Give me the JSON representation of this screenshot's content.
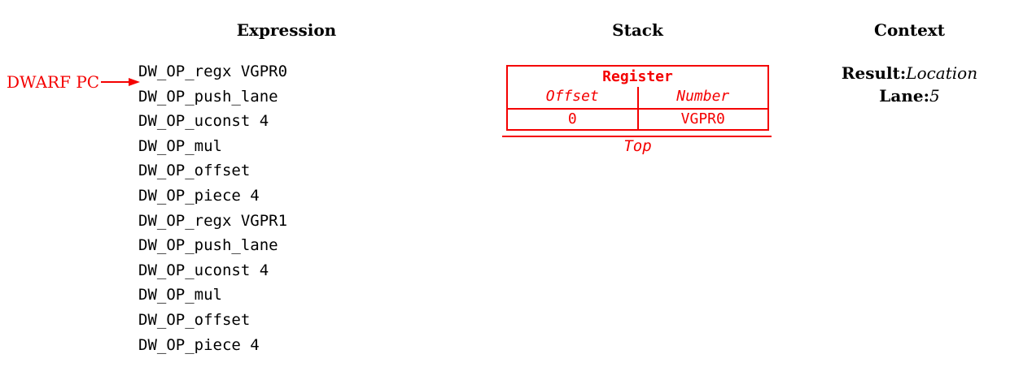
{
  "columns": {
    "expression": {
      "title": "Expression"
    },
    "stack": {
      "title": "Stack"
    },
    "context": {
      "title": "Context"
    }
  },
  "dwarf_pc": {
    "label": "DWARF PC"
  },
  "expression_ops": [
    "DW_OP_regx VGPR0",
    "DW_OP_push_lane",
    "DW_OP_uconst 4",
    "DW_OP_mul",
    "DW_OP_offset",
    "DW_OP_piece 4",
    "DW_OP_regx VGPR1",
    "DW_OP_push_lane",
    "DW_OP_uconst 4",
    "DW_OP_mul",
    "DW_OP_offset",
    "DW_OP_piece 4"
  ],
  "stack": {
    "entry": {
      "title": "Register",
      "columns": [
        "Offset",
        "Number"
      ],
      "values": [
        "0",
        "VGPR0"
      ]
    },
    "top_label": "Top"
  },
  "context": {
    "result_label": "Result:",
    "result_value": "Location",
    "lane_label": "Lane:",
    "lane_value": "5"
  },
  "colors": {
    "accent_red": "#f40000",
    "text": "#000000",
    "background": "#ffffff"
  }
}
